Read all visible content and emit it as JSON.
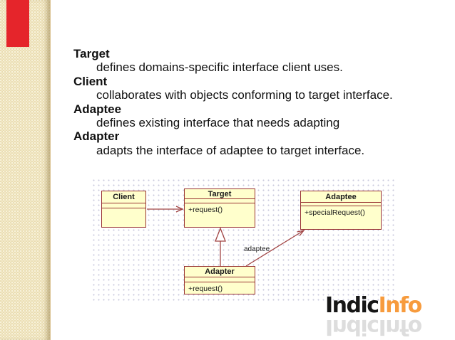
{
  "slide": {
    "definitions": [
      {
        "term": "Target",
        "definition": "defines domains-specific interface client uses."
      },
      {
        "term": "Client",
        "definition": "collaborates with objects conforming to target interface."
      },
      {
        "term": "Adaptee",
        "definition": "defines existing interface that needs adapting"
      },
      {
        "term": "Adapter",
        "definition": "adapts the interface of adaptee to target interface."
      }
    ]
  },
  "diagram": {
    "classes": [
      {
        "name": "Client",
        "operations": []
      },
      {
        "name": "Target",
        "operations": [
          "+request()"
        ]
      },
      {
        "name": "Adaptee",
        "operations": [
          "+specialRequest()"
        ]
      },
      {
        "name": "Adapter",
        "operations": [
          "+request()"
        ]
      }
    ],
    "relationships": [
      {
        "from": "Client",
        "to": "Target",
        "type": "association"
      },
      {
        "from": "Adapter",
        "to": "Target",
        "type": "generalization"
      },
      {
        "from": "Adapter",
        "to": "Adaptee",
        "type": "association",
        "label": "adaptee"
      }
    ]
  },
  "logo": {
    "text_primary": "Indic",
    "text_secondary": "Info"
  },
  "colors": {
    "stripe": "#e9dcaf",
    "red_bar": "#e5252b",
    "box_fill": "#ffffcc",
    "box_border": "#993333",
    "arrow": "#a04343",
    "grid_dot": "#c9c9dc",
    "logo_orange": "#f79b3d",
    "text": "#111111"
  }
}
